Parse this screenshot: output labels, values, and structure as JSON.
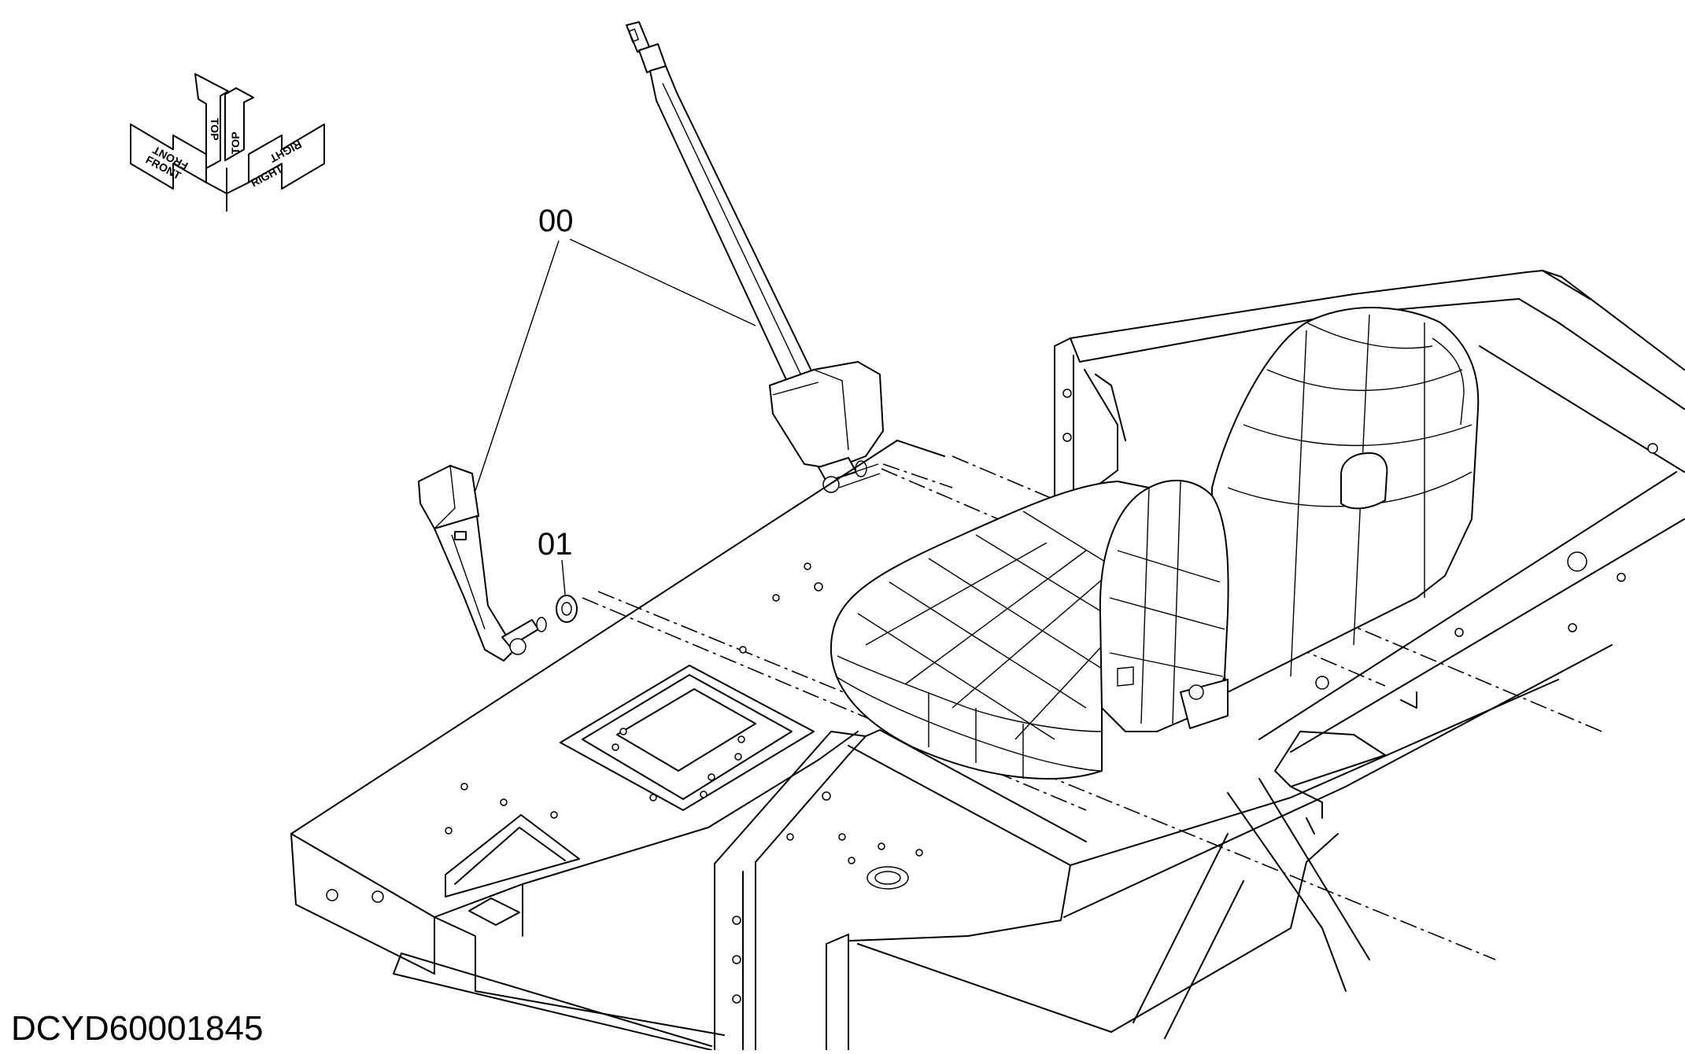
{
  "diagram": {
    "drawing_code": "DCYD60001845",
    "callouts": [
      {
        "id": "00",
        "text": "00"
      },
      {
        "id": "01",
        "text": "01"
      }
    ],
    "orientation": {
      "top_text": "TOP",
      "front_text": "FRONT",
      "right_text": "RIGHT"
    }
  }
}
